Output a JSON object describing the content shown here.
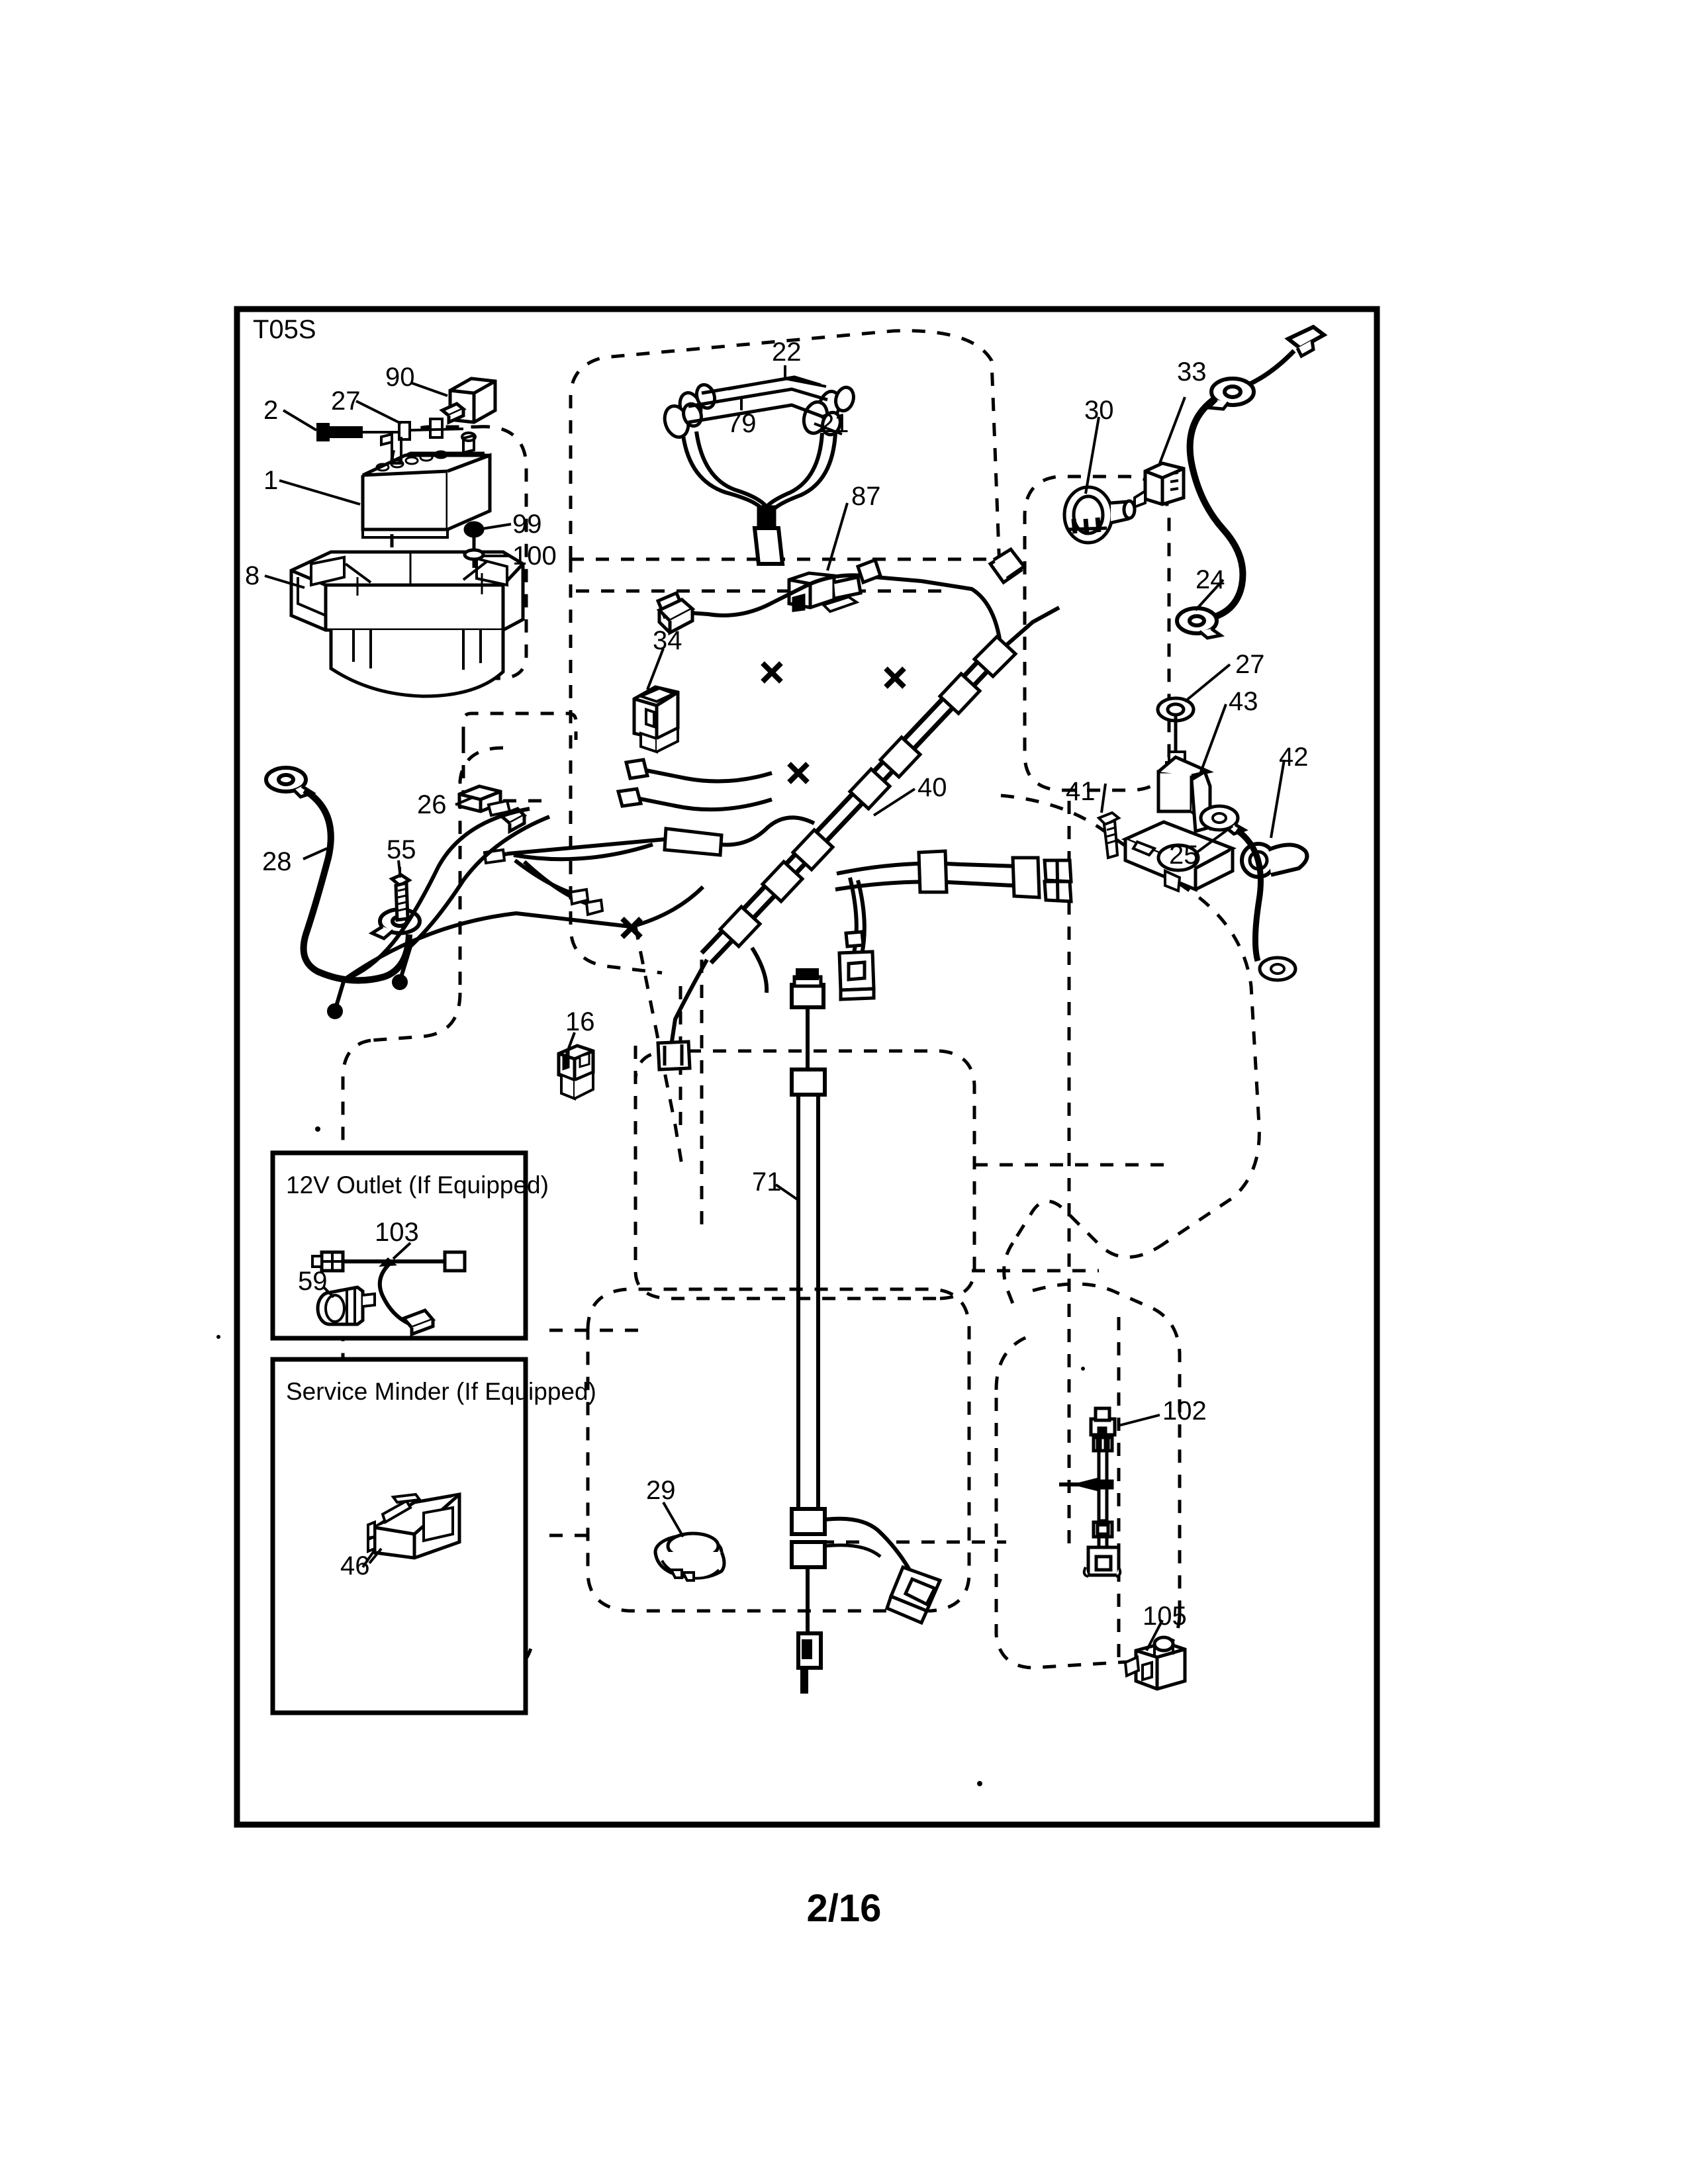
{
  "document": {
    "variant_label": "T05S",
    "page_number": "2/16"
  },
  "insets": [
    {
      "title": "12V Outlet (If Equipped)"
    },
    {
      "title": "Service Minder (If Equipped)"
    }
  ],
  "callouts": {
    "c2": "2",
    "c90": "90",
    "c27a": "27",
    "c1": "1",
    "c99": "99",
    "c100": "100",
    "c8": "8",
    "c22": "22",
    "c79": "79",
    "c21": "21",
    "c87": "87",
    "c30": "30",
    "c33": "33",
    "c24": "24",
    "c34": "34",
    "c27b": "27",
    "c43": "43",
    "c41": "41",
    "c25": "25",
    "c42": "42",
    "c40": "40",
    "c26": "26",
    "c28": "28",
    "c55": "55",
    "c16": "16",
    "c71": "71",
    "c103": "103",
    "c59": "59",
    "c46": "46",
    "c29": "29",
    "c102": "102",
    "c105": "105"
  },
  "colors": {
    "ink": "#000000",
    "paper": "#ffffff"
  }
}
